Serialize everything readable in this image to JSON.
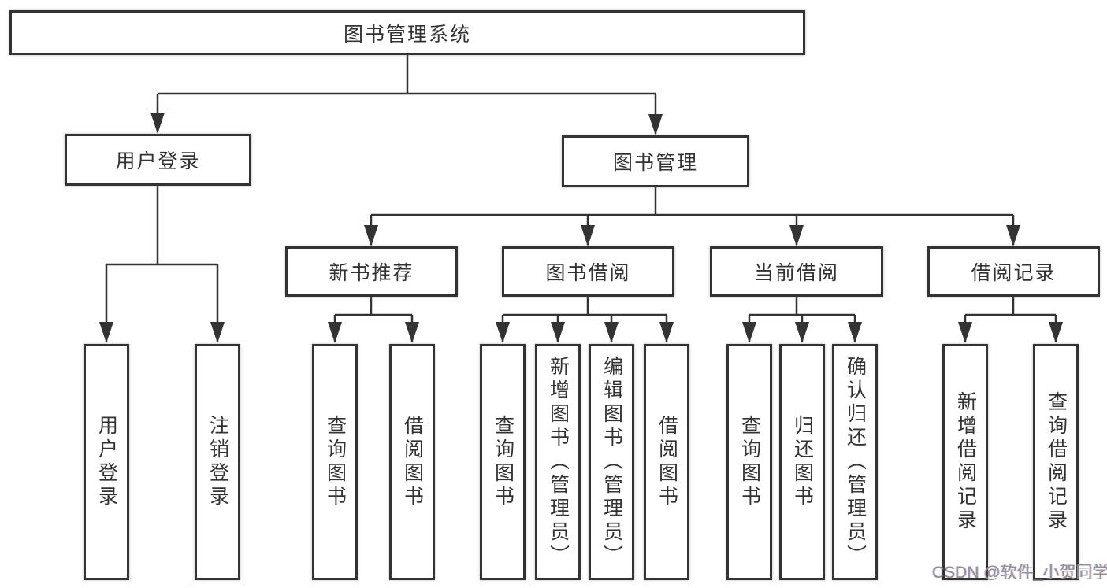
{
  "tree": {
    "label": "图书管理系统",
    "children": [
      {
        "label": "用户登录",
        "children": [
          {
            "label": "用户登录"
          },
          {
            "label": "注销登录"
          }
        ]
      },
      {
        "label": "图书管理",
        "children": [
          {
            "label": "新书推荐",
            "children": [
              {
                "label": "查询图书"
              },
              {
                "label": "借阅图书"
              }
            ]
          },
          {
            "label": "图书借阅",
            "children": [
              {
                "label": "查询图书"
              },
              {
                "label": "新增图书（管理员）"
              },
              {
                "label": "编辑图书（管理员）"
              },
              {
                "label": "借阅图书"
              }
            ]
          },
          {
            "label": "当前借阅",
            "children": [
              {
                "label": "查询图书"
              },
              {
                "label": "归还图书"
              },
              {
                "label": "确认归还（管理员）"
              }
            ]
          },
          {
            "label": "借阅记录",
            "children": [
              {
                "label": "新增借阅记录"
              },
              {
                "label": "查询借阅记录"
              }
            ]
          }
        ]
      }
    ]
  },
  "watermark": {
    "text": "CSDN @软件_小贺同学"
  },
  "colors": {
    "line": "#333333",
    "box_border": "#333333",
    "text": "#333333",
    "background": "#ffffff",
    "watermark": "#90909a"
  }
}
